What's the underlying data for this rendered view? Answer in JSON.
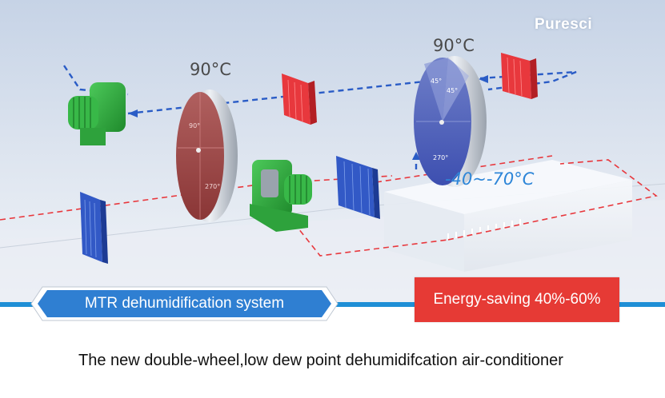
{
  "brand": {
    "name": "Puresci"
  },
  "scene": {
    "left_wheel_temp": "90°C",
    "right_wheel_temp": "90°C",
    "low_dew_point_range": "-40~-70°C",
    "left_wheel_marks": [
      "90°",
      "270°"
    ],
    "right_wheel_marks": [
      "45°",
      "45°",
      "270°"
    ],
    "colors": {
      "process_air": "#e8383d",
      "regeneration_air": "#2a5cc6",
      "fan": "#2eab3c"
    }
  },
  "system_label": "MTR dehumidification system",
  "energy_label": "Energy-saving 40%-60%",
  "caption": "The new double-wheel,low dew point dehumidifcation air-conditioner"
}
